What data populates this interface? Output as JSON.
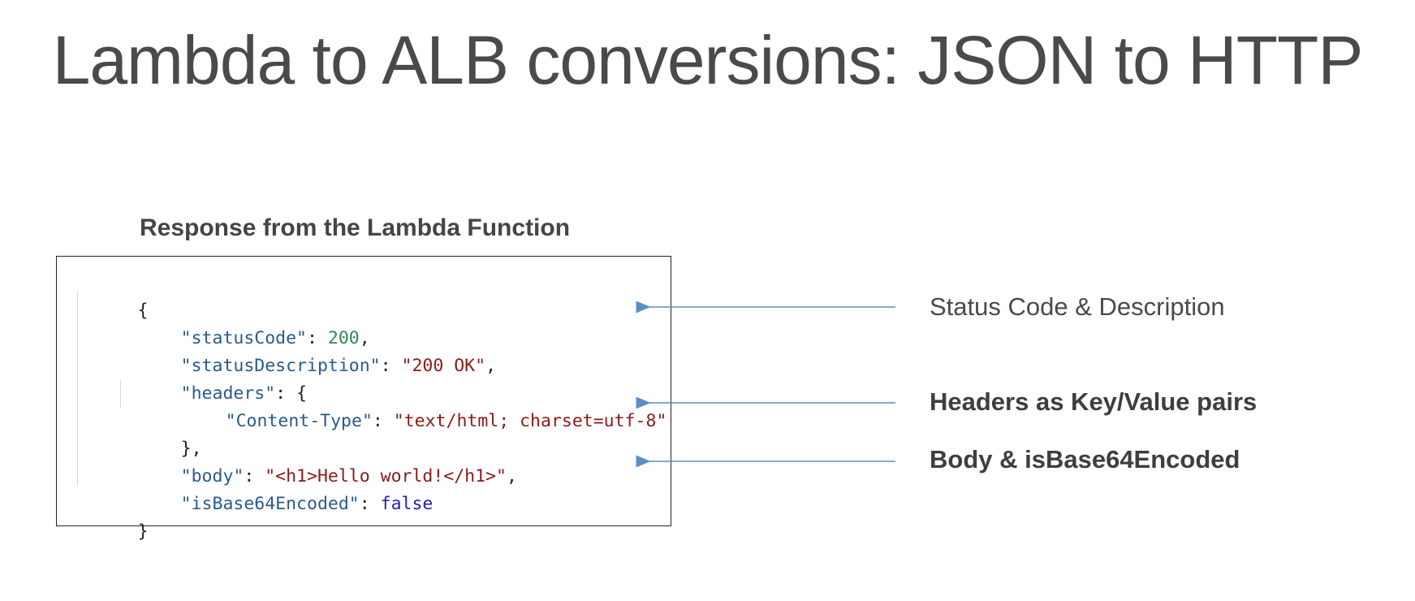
{
  "slide": {
    "title": "Lambda to ALB conversions: JSON to HTTP",
    "caption": "Response from the Lambda Function"
  },
  "code": {
    "open_brace": "{",
    "status_code_key": "\"statusCode\"",
    "status_code_value": "200",
    "status_desc_key": "\"statusDescription\"",
    "status_desc_value": "\"200 OK\"",
    "headers_key": "\"headers\"",
    "headers_open": "{",
    "content_type_key": "\"Content-Type\"",
    "content_type_value": "\"text/html; charset=utf-8\"",
    "headers_close": "},",
    "body_key": "\"body\"",
    "body_value": "\"<h1>Hello world!</h1>\"",
    "base64_key": "\"isBase64Encoded\"",
    "base64_value": "false",
    "close_brace": "}"
  },
  "annotations": {
    "status": "Status Code & Description",
    "headers": "Headers as Key/Value pairs",
    "body": "Body & isBase64Encoded"
  },
  "colors": {
    "title": "#4a4a4a",
    "json_key": "#2a5a8a",
    "json_string": "#8b1a1a",
    "json_number": "#2e8a57",
    "json_boolean": "#1f1fb0",
    "arrow": "#5b8fc4"
  }
}
